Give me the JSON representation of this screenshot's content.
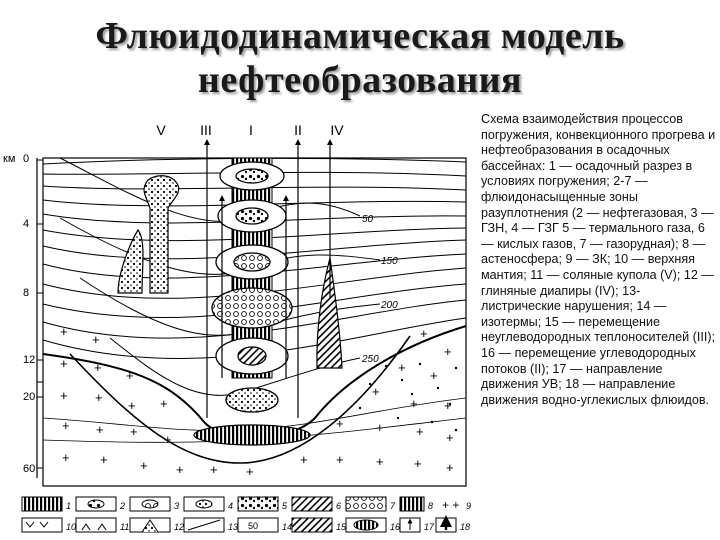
{
  "title": {
    "line1": "Флюидодинамическая модель",
    "line2": "нефтеобразования"
  },
  "caption": "Схема взаимодействия процессов погружения, конвекционного прогрева и нефтеобразования в осадочных бассейнах: 1 — осадочный разрез в условиях погружения; 2-7 — флюидонасыщенные зоны разуплотнения (2 — нефтегазовая, 3 — ГЗН, 4 — ГЗГ 5 — термального газа, 6 — кислых газов, 7 — газорудная); 8 — астеносфера; 9 — ЗК; 10 — верхняя мантия; 11 — соляные купола (V); 12 — глиняные диапиры (IV); 13-листрические нарушения; 14 — изотермы; 15 — перемещение неуглеводородных теплоносителей (III); 16 — перемещение углеводородных потоков (II); 17 — направление движения УВ; 18 — направление движения водно-углекислых флюидов.",
  "diagram": {
    "columns": [
      "V",
      "III",
      "I",
      "II",
      "IV"
    ],
    "depth_unit": "км",
    "depths": [
      "0",
      "4",
      "8",
      "12",
      "20",
      "60"
    ],
    "isotherms": [
      "50",
      "150",
      "200",
      "250"
    ],
    "legend": [
      "1",
      "2",
      "3",
      "4",
      "5",
      "6",
      "7",
      "8",
      "9",
      "10",
      "11",
      "12",
      "13",
      "14",
      "15",
      "16",
      "17",
      "18"
    ]
  }
}
